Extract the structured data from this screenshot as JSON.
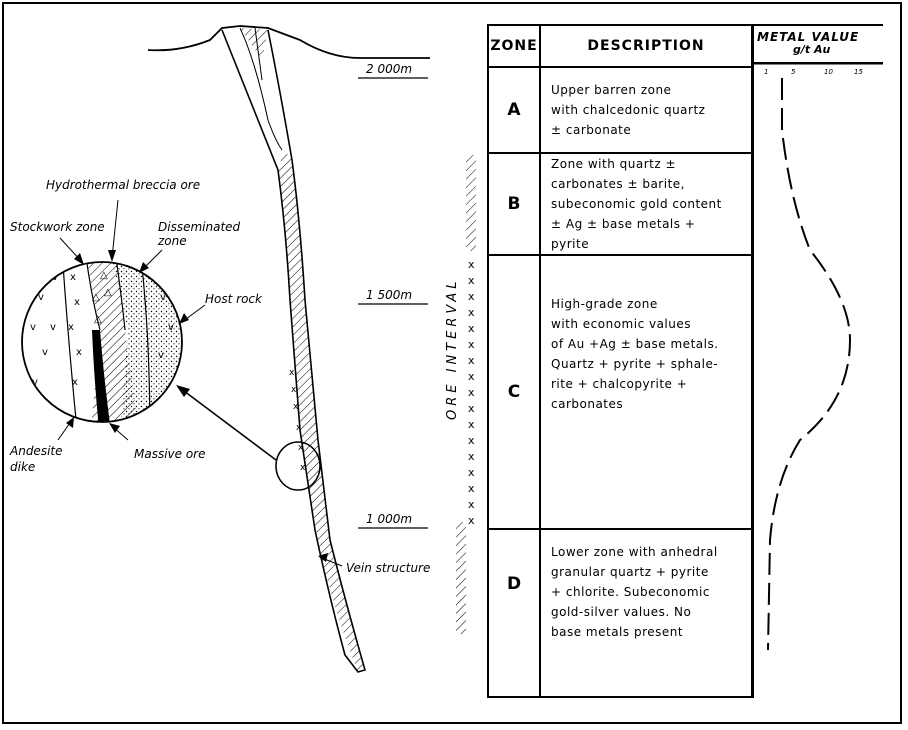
{
  "labels": {
    "hydrothermal_breccia": "Hydrothermal breccia ore",
    "stockwork": "Stockwork zone",
    "disseminated_1": "Disseminated",
    "disseminated_2": "zone",
    "host_rock": "Host rock",
    "andesite_1": "Andesite",
    "andesite_2": "dike",
    "massive_ore": "Massive ore",
    "vein_structure": "Vein structure",
    "ore_interval": "ORE INTERVAL"
  },
  "depth_scale": [
    "2 000m",
    "1 500m",
    "1 000m"
  ],
  "table": {
    "zone_header": "ZONE",
    "description_header": "DESCRIPTION",
    "rows": [
      {
        "zone": "A",
        "description": "Upper barren zone\nwith chalcedonic quartz\n± carbonate"
      },
      {
        "zone": "B",
        "description": "Zone with quartz ±\ncarbonates ± barite,\nsubeconomic gold content\n± Ag ± base metals +\npyrite"
      },
      {
        "zone": "C",
        "description": "High-grade zone\nwith economic values\nof Au +Ag ± base metals.\nQuartz + pyrite + sphale-\nrite + chalcopyrite +\ncarbonates"
      },
      {
        "zone": "D",
        "description": "Lower zone with anhedral\ngranular quartz + pyrite\n+ chlorite. Subeconomic\ngold-silver values. No\nbase metals present"
      }
    ]
  },
  "metal_value": {
    "title": "METAL  VALUE",
    "unit": "g/t  Au",
    "ticks": [
      "1",
      "5",
      "10",
      "15"
    ]
  }
}
